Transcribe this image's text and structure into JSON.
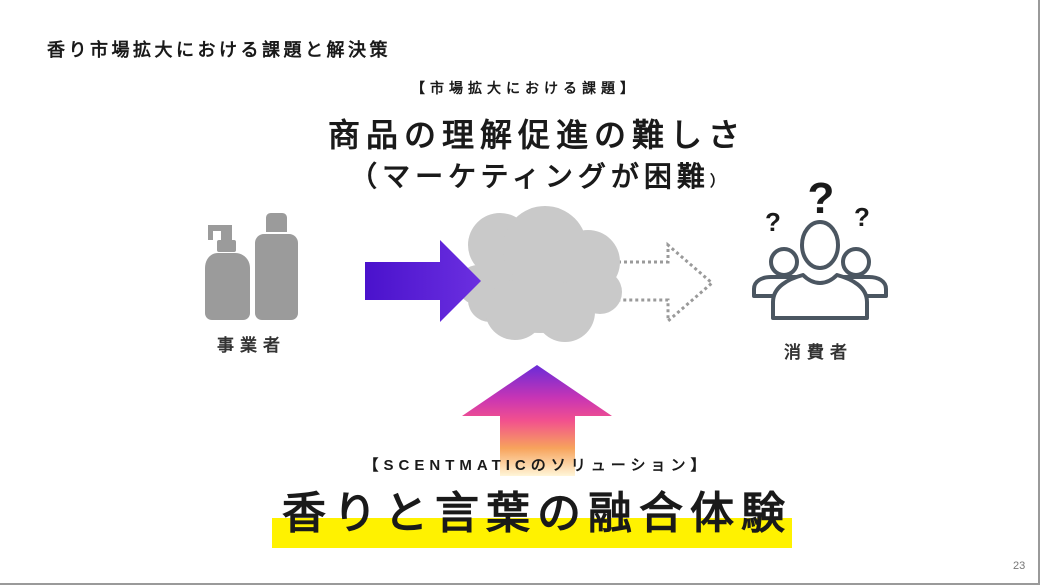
{
  "slide": {
    "title": "香り市場拡大における課題と解決策",
    "page_number": "23"
  },
  "problem": {
    "label": "【市場拡大における課題】",
    "headline": "商品の理解促進の難しさ",
    "subline": "（マーケティングが困難",
    "subline_close": "）"
  },
  "diagram": {
    "business": {
      "label": "事業者",
      "icon": "bottles-icon"
    },
    "consumer": {
      "label": "消費者",
      "icon": "people-icon",
      "question_marks": [
        "?",
        "?",
        "?"
      ]
    },
    "barrier_icon": "cloud-icon",
    "flow_arrow_icon": "arrow-right-icon",
    "blocked_arrow_icon": "dotted-arrow-right-icon",
    "solution_arrow_icon": "arrow-up-icon"
  },
  "solution": {
    "label": "【SCENTMATICのソリューション】",
    "headline": "香りと言葉の融合体験"
  },
  "colors": {
    "text": "#1a1a1a",
    "icon_gray": "#9b9b9b",
    "cloud": "#c9c9c9",
    "people_stroke": "#4b5661",
    "dotted_arrow": "#9a9a9a",
    "highlight": "#fff200",
    "flow_arrow": [
      "#4a12cc",
      "#6b2fe0"
    ],
    "solution_gradient": [
      "#6a2bd8",
      "#c935b4",
      "#f2508e",
      "#f7a35c",
      "#fff6d8"
    ]
  }
}
